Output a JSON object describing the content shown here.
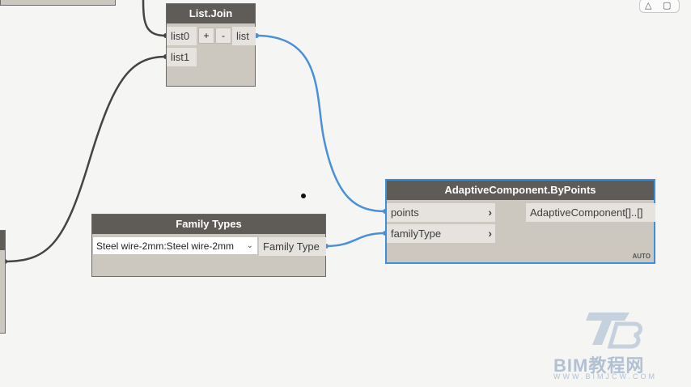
{
  "nodes": {
    "list_join": {
      "title": "List.Join",
      "inputs": [
        "list0",
        "list1"
      ],
      "add_label": "+",
      "remove_label": "-",
      "output": "list"
    },
    "family_types": {
      "title": "Family Types",
      "selected": "Steel wire-2mm:Steel wire-2mm",
      "output": "Family Type"
    },
    "adaptive": {
      "title": "AdaptiveComponent.ByPoints",
      "inputs": [
        "points",
        "familyType"
      ],
      "output": "AdaptiveComponent[]..[]",
      "lacing": "AUTO"
    }
  },
  "watermark": {
    "logo_text": "BIM教程网",
    "url": "WWW.BIMJCW.COM"
  },
  "colors": {
    "wire_dark": "#444444",
    "wire_selected": "#4a90d9",
    "node_header": "#5f5b57",
    "node_body": "#ccc8c0",
    "selection_border": "#3c8fd8"
  }
}
